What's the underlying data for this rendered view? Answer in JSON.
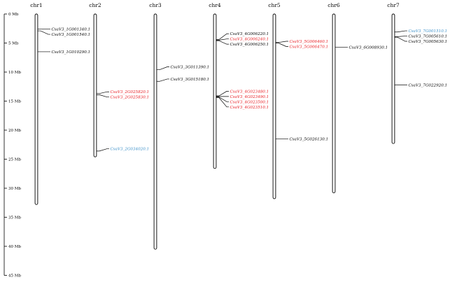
{
  "scale": {
    "unit": "Mb",
    "min": 0,
    "max": 45,
    "ticks": [
      {
        "value": 0,
        "label": "0 Mb"
      },
      {
        "value": 5,
        "label": "5 Mb"
      },
      {
        "value": 10,
        "label": "10 Mb"
      },
      {
        "value": 15,
        "label": "15 Mb"
      },
      {
        "value": 20,
        "label": "20 Mb"
      },
      {
        "value": 25,
        "label": "25 Mb"
      },
      {
        "value": 30,
        "label": "30 Mb"
      },
      {
        "value": 35,
        "label": "35 Mb"
      },
      {
        "value": 40,
        "label": "40 Mb"
      },
      {
        "value": 45,
        "label": "45 Mb"
      }
    ]
  },
  "colors": {
    "black": "#000000",
    "red": "#e8191f",
    "blue": "#3a8fc8"
  },
  "chromosomes": [
    {
      "name": "chr1",
      "length": 32.8,
      "genes": [
        {
          "label": "CsaV3_1G001340.1",
          "pos": 2.6,
          "label_pos": 2.6,
          "color": "black"
        },
        {
          "label": "CsaV3_1G001540.1",
          "pos": 2.9,
          "label_pos": 3.5,
          "color": "black"
        },
        {
          "label": "CsaV3_1G010290.1",
          "pos": 6.5,
          "label_pos": 6.5,
          "color": "black"
        }
      ]
    },
    {
      "name": "chr2",
      "length": 24.6,
      "genes": [
        {
          "label": "CsaV3_2G025820.1",
          "pos": 13.7,
          "label_pos": 13.4,
          "color": "red"
        },
        {
          "label": "CsaV3_2G025830.1",
          "pos": 13.9,
          "label_pos": 14.3,
          "color": "red"
        },
        {
          "label": "CsaV3_2G034020.1",
          "pos": 23.6,
          "label_pos": 23.2,
          "color": "blue"
        }
      ]
    },
    {
      "name": "chr3",
      "length": 40.5,
      "genes": [
        {
          "label": "CsaV3_3G011390.1",
          "pos": 9.6,
          "label_pos": 9.1,
          "color": "black"
        },
        {
          "label": "CsaV3_3G015180.1",
          "pos": 11.6,
          "label_pos": 11.2,
          "color": "black"
        }
      ]
    },
    {
      "name": "chr4",
      "length": 26.6,
      "genes": [
        {
          "label": "CsaV3_4G006220.1",
          "pos": 4.4,
          "label_pos": 3.4,
          "color": "black"
        },
        {
          "label": "CsaV3_4G006240.1",
          "pos": 4.5,
          "label_pos": 4.3,
          "color": "red"
        },
        {
          "label": "CsaV3_4G006250.1",
          "pos": 4.6,
          "label_pos": 5.2,
          "color": "black"
        },
        {
          "label": "CsaV3_4G023480.1",
          "pos": 14.1,
          "label_pos": 13.3,
          "color": "red"
        },
        {
          "label": "CsaV3_4G023490.1",
          "pos": 14.2,
          "label_pos": 14.2,
          "color": "red"
        },
        {
          "label": "CsaV3_4G023500.1",
          "pos": 14.3,
          "label_pos": 15.1,
          "color": "red"
        },
        {
          "label": "CsaV3_4G023510.1",
          "pos": 14.4,
          "label_pos": 16.0,
          "color": "red"
        }
      ]
    },
    {
      "name": "chr5",
      "length": 31.8,
      "genes": [
        {
          "label": "CsaV3_5G006460.1",
          "pos": 4.9,
          "label_pos": 4.7,
          "color": "red"
        },
        {
          "label": "CsaV3_5G006470.1",
          "pos": 5.0,
          "label_pos": 5.6,
          "color": "red"
        },
        {
          "label": "CsaV3_5G026130.1",
          "pos": 21.5,
          "label_pos": 21.5,
          "color": "black"
        }
      ]
    },
    {
      "name": "chr6",
      "length": 30.8,
      "genes": [
        {
          "label": "CsaV3_6G008930.1",
          "pos": 5.7,
          "label_pos": 5.7,
          "color": "black"
        }
      ]
    },
    {
      "name": "chr7",
      "length": 22.3,
      "genes": [
        {
          "label": "CsaV3_7G001510.1",
          "pos": 3.1,
          "label_pos": 2.9,
          "color": "blue"
        },
        {
          "label": "CsaV3_7G005610.1",
          "pos": 3.9,
          "label_pos": 3.8,
          "color": "black"
        },
        {
          "label": "CsaV3_7G005630.1",
          "pos": 4.0,
          "label_pos": 4.7,
          "color": "black"
        },
        {
          "label": "CsaV3_7G022920.1",
          "pos": 12.2,
          "label_pos": 12.2,
          "color": "black"
        }
      ]
    }
  ]
}
